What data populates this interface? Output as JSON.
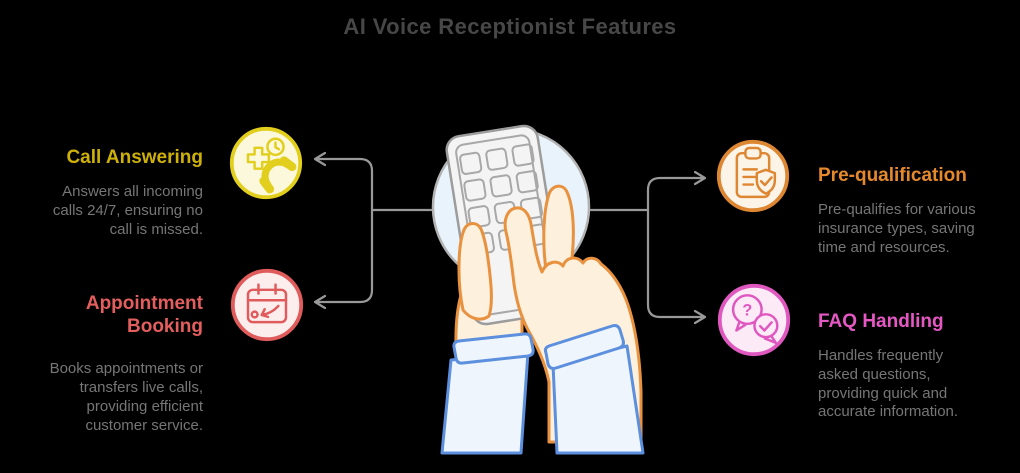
{
  "title": "AI Voice Receptionist Features",
  "title_color": "#474747",
  "connector_color": "#999999",
  "background_color": "#000000",
  "center_illustration": {
    "name": "hands-holding-phone",
    "circle_fill": "#e9f3fc",
    "phone_fill": "#f4f4f4",
    "hand_fill": "#fdf0dd",
    "hand_outline": "#e8913f",
    "sleeve_fill": "#eef5fd",
    "sleeve_outline": "#5c8fdd"
  },
  "features": [
    {
      "id": "call-answering",
      "side": "left-top",
      "label": "Call Answering",
      "description": "Answers all incoming\ncalls 24/7, ensuring no\ncall is missed.",
      "accent": "#cdb109",
      "icon": {
        "name": "phone-24-7-icon",
        "stroke": "#e2ce1d",
        "fill": "#fbf8dc"
      }
    },
    {
      "id": "appointment-booking",
      "side": "left-bottom",
      "label": "Appointment\nBooking",
      "description": "Books appointments or\ntransfers live calls,\nproviding efficient\ncustomer service.",
      "accent": "#e45e5e",
      "icon": {
        "name": "calendar-booking-icon",
        "stroke": "#e05b5b",
        "fill": "#fdeeee"
      }
    },
    {
      "id": "pre-qualification",
      "side": "right-top",
      "label": "Pre-qualification",
      "description": "Pre-qualifies for various\ninsurance types, saving\ntime and resources.",
      "accent": "#e6892d",
      "icon": {
        "name": "clipboard-shield-check-icon",
        "stroke": "#dd8733",
        "fill": "#fdf4e8"
      }
    },
    {
      "id": "faq-handling",
      "side": "right-bottom",
      "label": "FAQ Handling",
      "description": "Handles frequently\nasked questions,\nproviding quick and\naccurate information.",
      "accent": "#e558c4",
      "icon": {
        "name": "faq-chat-bubbles-icon",
        "stroke": "#df58c0",
        "fill": "#fceaf7",
        "glyph_text": "?"
      }
    }
  ]
}
